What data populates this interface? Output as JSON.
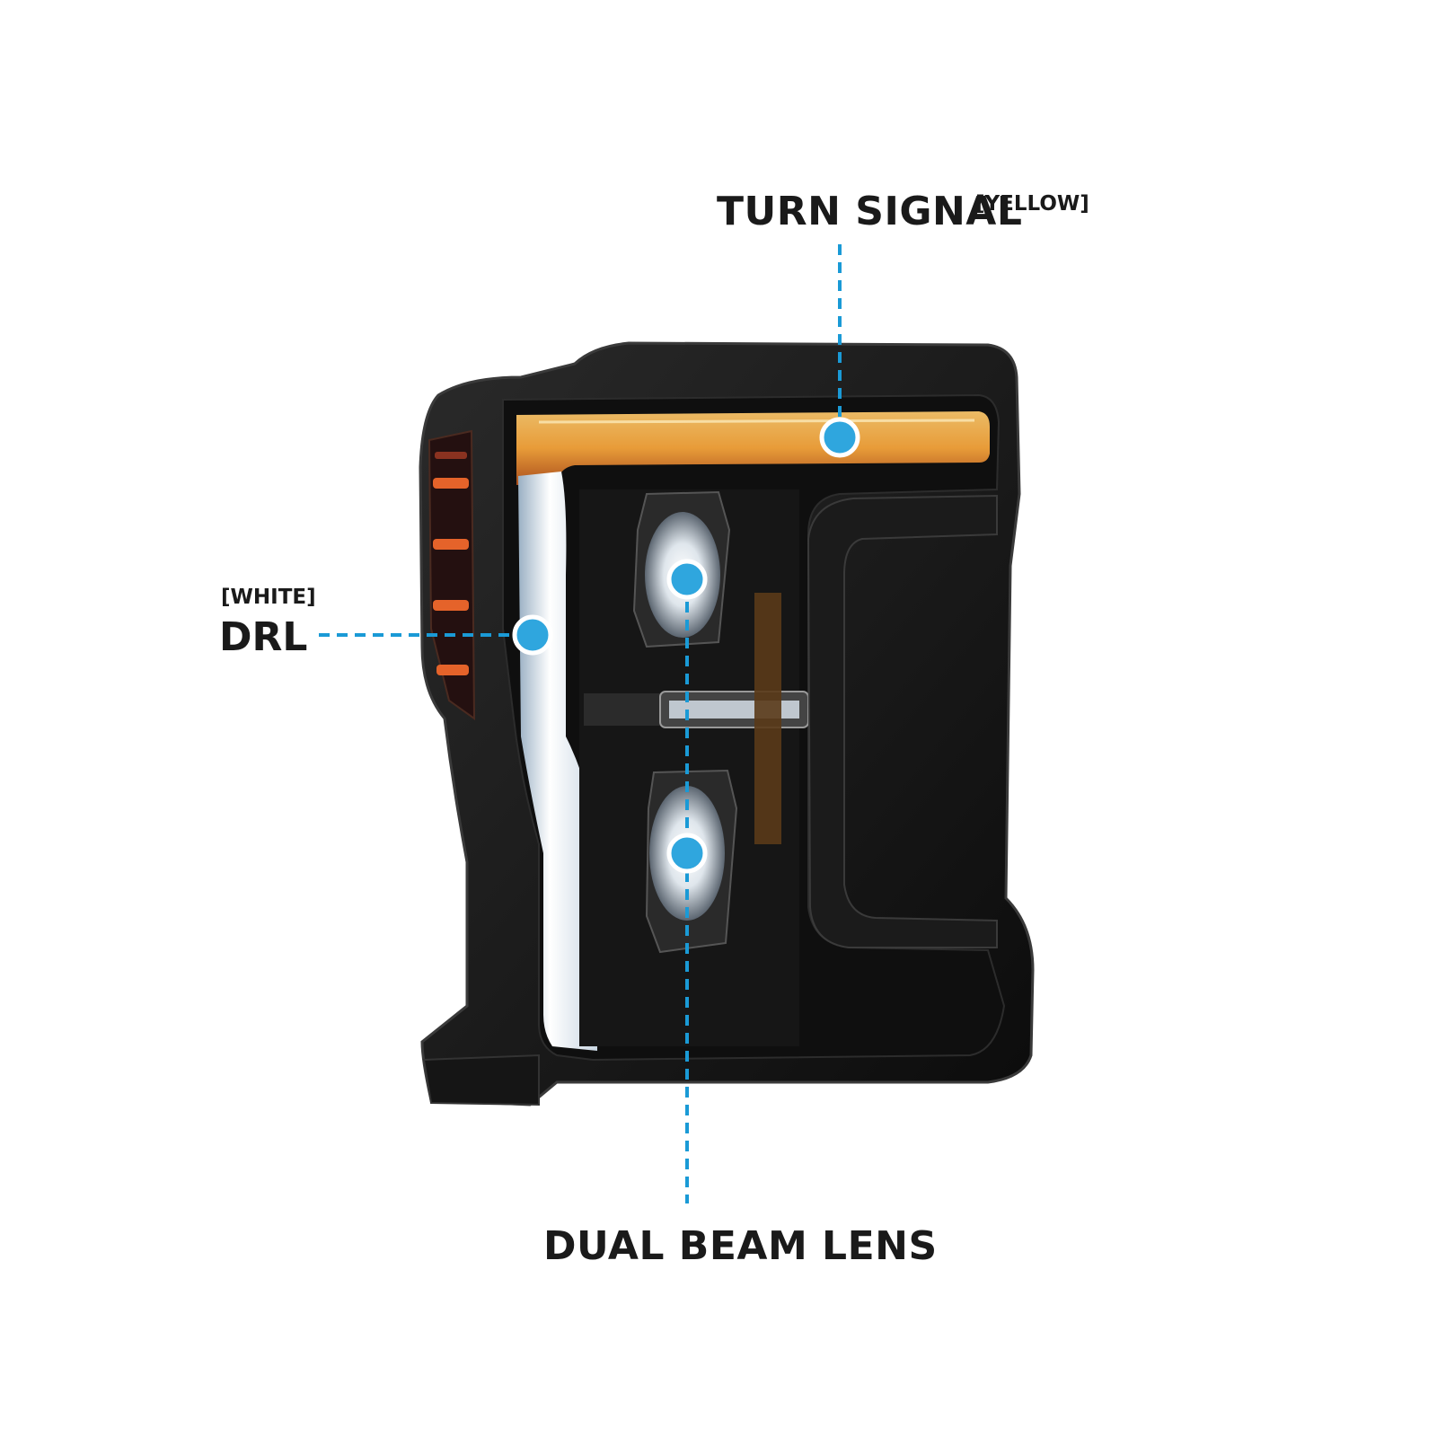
{
  "callouts": {
    "turn_signal": {
      "title": "TURN SIGNAL",
      "color_note": "[YELLOW]"
    },
    "drl": {
      "color_note": "[WHITE]",
      "title": "DRL"
    },
    "dual_beam": {
      "title": "DUAL BEAM LENS"
    }
  },
  "colors": {
    "callout_accent": "#1a9ad6",
    "text": "#1a1a1a",
    "housing": "#141414",
    "amber_light": "#f0a94a",
    "white_light": "#f2f6fa"
  },
  "product_image": {
    "subject": "LED headlight assembly",
    "watermark": ""
  }
}
